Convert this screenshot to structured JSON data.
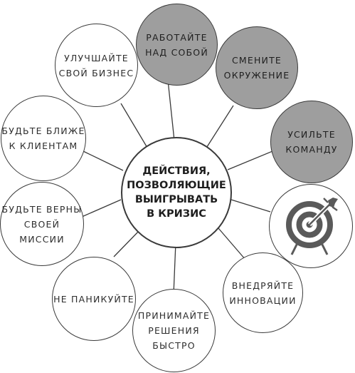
{
  "diagram": {
    "center": "ДЕЙСТВИЯ,\nПОЗВОЛЯЮЩИЕ\nВЫИГРЫВАТЬ\nВ КРИЗИС",
    "nodes": [
      {
        "label": "РАБОТАЙТЕ\nНАД СОБОЙ",
        "filled": true
      },
      {
        "label": "СМЕНИТЕ\nОКРУЖЕНИЕ",
        "filled": true
      },
      {
        "label": "УСИЛЬТЕ\nКОМАНДУ",
        "filled": true
      },
      {
        "label": "",
        "icon": "target-with-arrow-icon"
      },
      {
        "label": "ВНЕДРЯЙТЕ\nИННОВАЦИИ"
      },
      {
        "label": "ПРИНИМАЙТЕ\nРЕШЕНИЯ\nБЫСТРО"
      },
      {
        "label": "НЕ ПАНИКУЙТЕ"
      },
      {
        "label": "БУДЬТЕ ВЕРНЫ\nСВОЕЙ МИССИИ"
      },
      {
        "label": "БУДЬТЕ БЛИЖЕ\nК КЛИЕНТАМ"
      },
      {
        "label": "УЛУЧШАЙТЕ\nСВОЙ БИЗНЕС"
      }
    ]
  },
  "colors": {
    "outline": "#3a3a3a",
    "filled": "#9e9e9e",
    "icon": "#5a5a5a"
  }
}
